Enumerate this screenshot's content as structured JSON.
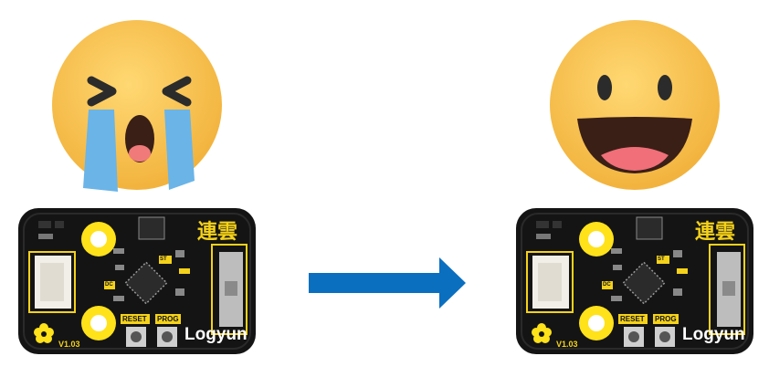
{
  "left_panel": {
    "emoji": "crying-face",
    "board": {
      "title_cjk": "連雲",
      "brand": "Logyun",
      "version": "V1.03",
      "reset_label": "RESET",
      "prog_label": "PROG",
      "marks": {
        "st": "ST",
        "dc": "DC"
      }
    }
  },
  "right_panel": {
    "emoji": "grinning-face",
    "board": {
      "title_cjk": "連雲",
      "brand": "Logyun",
      "version": "V1.03",
      "reset_label": "RESET",
      "prog_label": "PROG",
      "marks": {
        "st": "ST",
        "dc": "DC"
      }
    }
  },
  "arrow": {
    "direction": "right",
    "color": "#0b6fc0"
  },
  "colors": {
    "emoji_yellow": "#f5bf4f",
    "tears_blue": "#6ab4e8",
    "board_black": "#141414",
    "silk_yellow": "#f5d21a",
    "pad_yellow": "#ffe21a"
  }
}
